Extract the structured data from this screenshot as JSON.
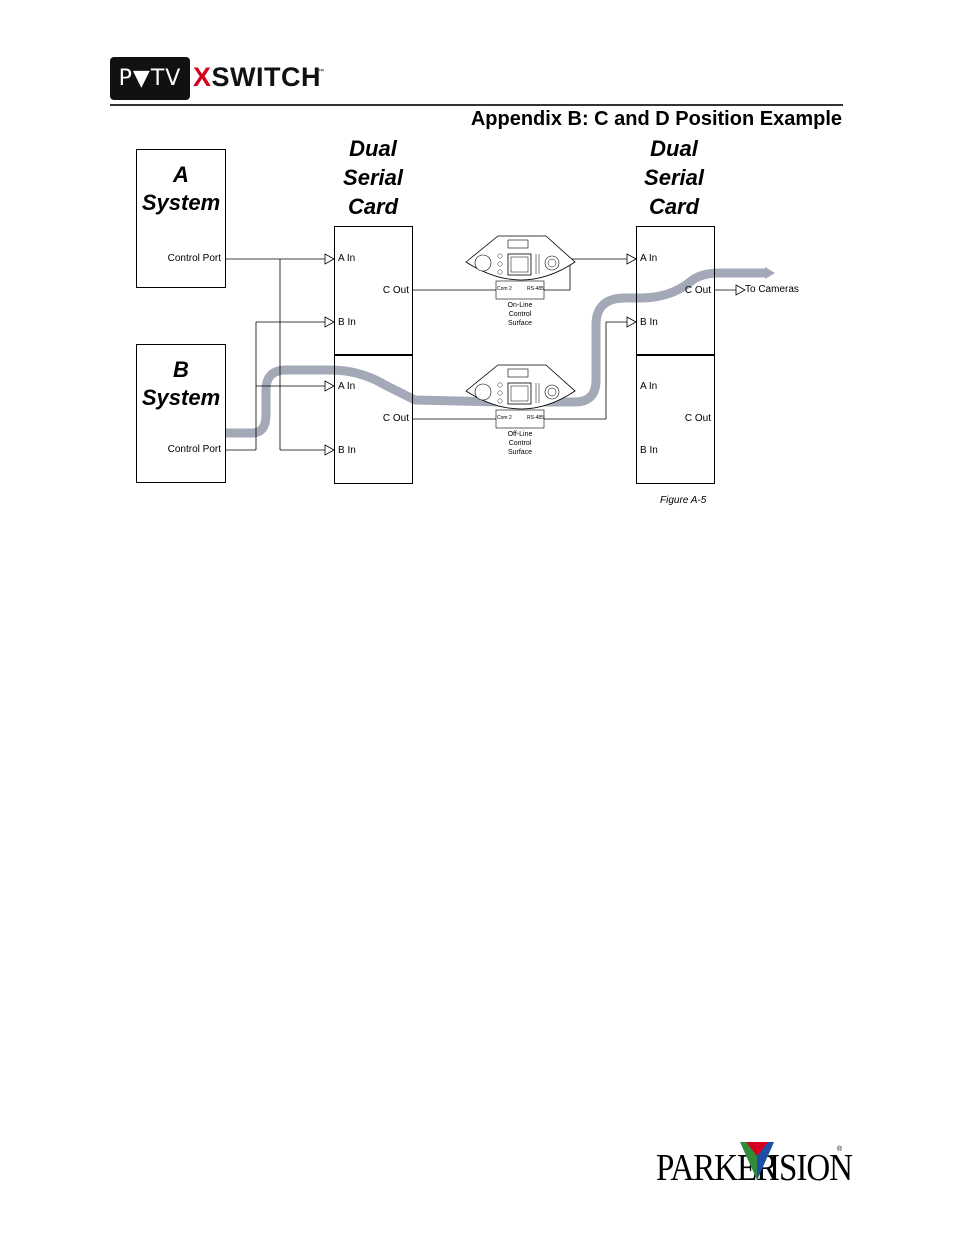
{
  "header": {
    "logo_text": "P▼TV",
    "product_first_letter": "X",
    "product_rest": "SWITCH",
    "trademark": "™"
  },
  "page_title": "Appendix B: C and D Position Example",
  "systems": [
    {
      "title_line1": "A",
      "title_line2": "System",
      "port_label": "Control Port"
    },
    {
      "title_line1": "B",
      "title_line2": "System",
      "port_label": "Control Port"
    }
  ],
  "card_headers": [
    {
      "line1": "Dual",
      "line2": "Serial",
      "line3": "Card"
    },
    {
      "line1": "Dual",
      "line2": "Serial",
      "line3": "Card"
    }
  ],
  "cards": {
    "a_in": "A In",
    "b_in": "B In",
    "c_out": "C Out"
  },
  "surfaces": [
    {
      "com_label": "Com 2",
      "rs_label": "RS-485",
      "caption_line1": "On-Line",
      "caption_line2": "Control",
      "caption_line3": "Surface"
    },
    {
      "com_label": "Com 2",
      "rs_label": "RS-485",
      "caption_line1": "Off-Line",
      "caption_line2": "Control",
      "caption_line3": "Surface"
    }
  ],
  "to_cameras": "To Cameras",
  "figure_caption": "Figure A-5",
  "footer": {
    "brand_left": "PARKER",
    "brand_right": "ISION",
    "registered": "®"
  },
  "colors": {
    "signal_path": "#a3a9b7",
    "logo_red": "#d6001c",
    "logo_triangle_green": "#2e8b3a",
    "logo_triangle_blue": "#1f4fa5"
  }
}
